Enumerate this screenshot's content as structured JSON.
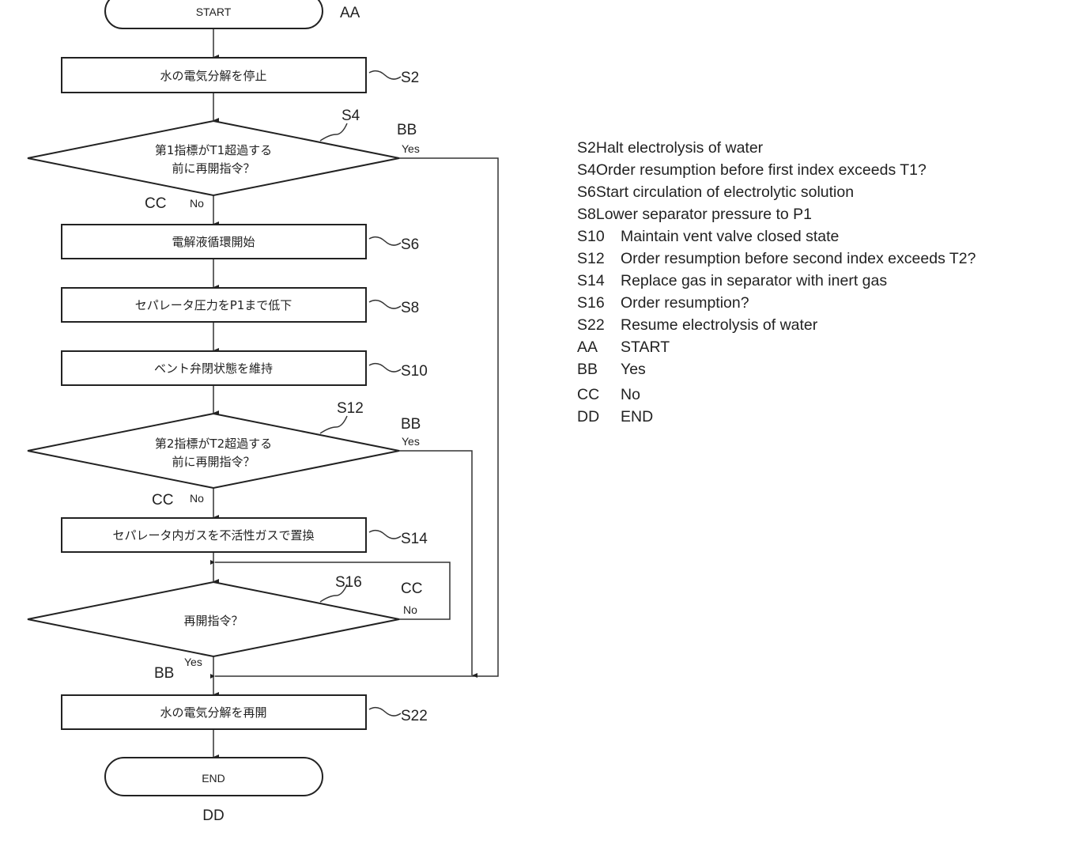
{
  "flowchart": {
    "start": "START",
    "end": "END",
    "steps": {
      "s2": {
        "id": "S2",
        "text": "水の電気分解を停止"
      },
      "s4": {
        "id": "S4",
        "line1": "第1指標がT1超過する",
        "line2": "前に再開指令？"
      },
      "s6": {
        "id": "S6",
        "text": "電解液循環開始"
      },
      "s8": {
        "id": "S8",
        "text": "セパレータ圧力をP1まで低下"
      },
      "s10": {
        "id": "S10",
        "text": "ベント弁閉状態を維持"
      },
      "s12": {
        "id": "S12",
        "line1": "第2指標がT2超過する",
        "line2": "前に再開指令？"
      },
      "s14": {
        "id": "S14",
        "text": "セパレータ内ガスを不活性ガスで置換"
      },
      "s16": {
        "id": "S16",
        "text": "再開指令？"
      },
      "s22": {
        "id": "S22",
        "text": "水の電気分解を再開"
      }
    },
    "refs": {
      "aa": "AA",
      "bb": "BB",
      "cc": "CC",
      "dd": "DD"
    },
    "yes": "Yes",
    "no": "No"
  },
  "legend": [
    {
      "code": "S2",
      "text": "Halt electrolysis of water"
    },
    {
      "code": "S4",
      "text": "Order resumption before first index exceeds T1?"
    },
    {
      "code": "S6",
      "text": "Start circulation of electrolytic solution"
    },
    {
      "code": "S8",
      "text": "Lower separator pressure to P1"
    },
    {
      "code": "S10",
      "text": "Maintain vent valve closed state"
    },
    {
      "code": "S12",
      "text": "Order resumption before second index exceeds T2?"
    },
    {
      "code": "S14",
      "text": "Replace gas in separator with inert gas"
    },
    {
      "code": "S16",
      "text": "Order resumption?"
    },
    {
      "code": "S22",
      "text": "Resume electrolysis of water"
    },
    {
      "code": "AA",
      "text": "START"
    },
    {
      "code": "BB",
      "text": "Yes"
    },
    {
      "code": "CC",
      "text": "No"
    },
    {
      "code": "DD",
      "text": "END"
    }
  ]
}
